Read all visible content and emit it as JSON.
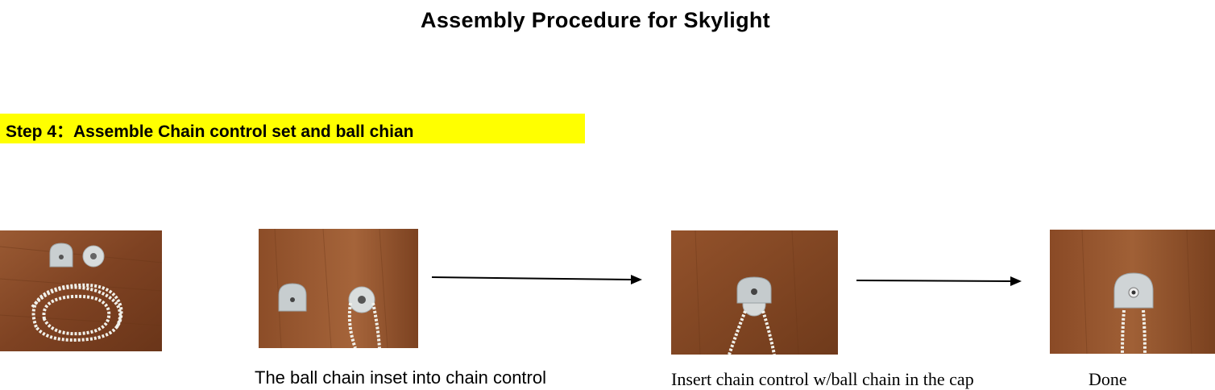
{
  "title": "Assembly Procedure for Skylight",
  "step": {
    "label": "Step 4：Assemble Chain control set and ball chian",
    "highlight_color": "#ffff00"
  },
  "photos": [
    {
      "id": "parts",
      "subject": "cap, sprocket and ball chain laid out on wood"
    },
    {
      "id": "chain-in-control",
      "subject": "ball chain fitted onto sprocket next to cap"
    },
    {
      "id": "control-in-cap",
      "subject": "sprocket with chain placed into the cap"
    },
    {
      "id": "done",
      "subject": "finished cap with ball chain"
    }
  ],
  "captions": {
    "step_a": "The ball chain inset into chain control",
    "step_b": "Insert chain control w/ball chain in the cap",
    "step_c": "Done"
  },
  "arrows": [
    {
      "icon": "right-arrow-icon"
    },
    {
      "icon": "right-arrow-icon"
    }
  ]
}
